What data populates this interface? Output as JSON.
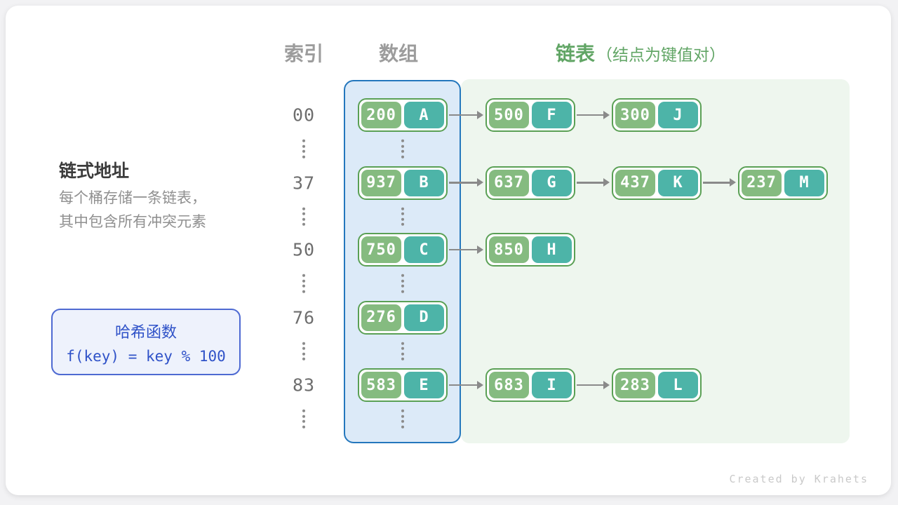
{
  "headers": {
    "index": "索引",
    "array": "数组",
    "list": "链表",
    "list_note": "（结点为键值对）"
  },
  "left_panel": {
    "title": "链式地址",
    "desc_line1": "每个桶存储一条链表，",
    "desc_line2": "其中包含所有冲突元素"
  },
  "hash_box": {
    "title": "哈希函数",
    "formula": "f(key) = key % 100"
  },
  "buckets": [
    {
      "index": "00",
      "nodes": [
        {
          "key": "200",
          "value": "A"
        },
        {
          "key": "500",
          "value": "F"
        },
        {
          "key": "300",
          "value": "J"
        }
      ]
    },
    {
      "index": "37",
      "nodes": [
        {
          "key": "937",
          "value": "B"
        },
        {
          "key": "637",
          "value": "G"
        },
        {
          "key": "437",
          "value": "K"
        },
        {
          "key": "237",
          "value": "M"
        }
      ]
    },
    {
      "index": "50",
      "nodes": [
        {
          "key": "750",
          "value": "C"
        },
        {
          "key": "850",
          "value": "H"
        }
      ]
    },
    {
      "index": "76",
      "nodes": [
        {
          "key": "276",
          "value": "D"
        }
      ]
    },
    {
      "index": "83",
      "nodes": [
        {
          "key": "583",
          "value": "E"
        },
        {
          "key": "683",
          "value": "I"
        },
        {
          "key": "283",
          "value": "L"
        }
      ]
    }
  ],
  "footer": {
    "credit": "Created by Krahets"
  },
  "colors": {
    "page_bg": "#f2f2f4",
    "card_bg": "#ffffff",
    "header_gray": "#9c9c9c",
    "header_green": "#61a565",
    "text_dark": "#3b3b3b",
    "text_gray": "#909090",
    "index_gray": "#6e6e6e",
    "array_bg": "#dceaf8",
    "array_border": "#2477bd",
    "panel_green": "#eef6ee",
    "node_border": "#5aa055",
    "key_green": "#85bb80",
    "value_teal": "#4db4a8",
    "node_text": "#ffffff",
    "arrow_gray": "#8a8a8a",
    "dot_gray": "#8b8b8b",
    "hash_border": "#4e6ad2",
    "hash_bg": "#eef2fc",
    "hash_text": "#2f52c8",
    "footer_gray": "#c9c9c9"
  }
}
